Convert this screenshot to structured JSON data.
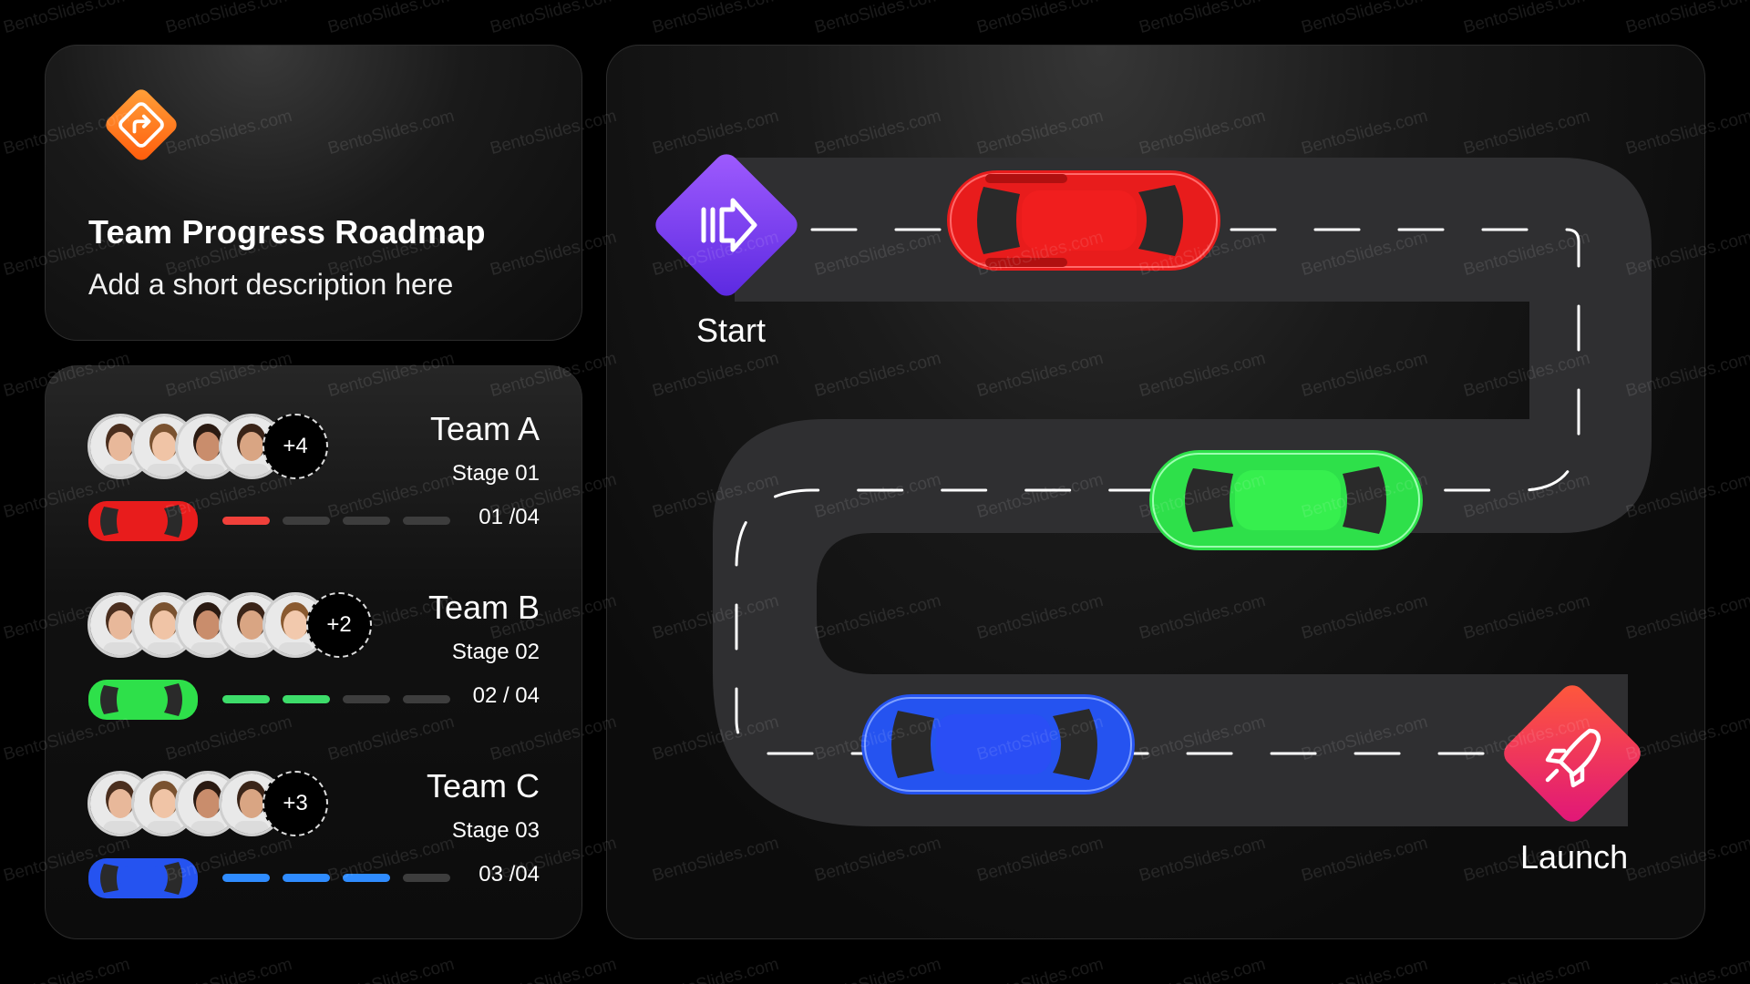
{
  "title_card": {
    "title": "Team Progress Roadmap",
    "subtitle": "Add a short description here",
    "icon": "directions-sign-icon"
  },
  "teams": [
    {
      "name": "Team A",
      "stage": "Stage 01",
      "progress_text": "01 /04",
      "more": "+4",
      "avatar_count": 4,
      "progress_done": 1,
      "progress_total": 4,
      "color": "#f0403a",
      "car_color": "#e81c1c"
    },
    {
      "name": "Team B",
      "stage": "Stage 02",
      "progress_text": "02 / 04",
      "more": "+2",
      "avatar_count": 5,
      "progress_done": 2,
      "progress_total": 4,
      "color": "#3ddc6a",
      "car_color": "#2ee04a"
    },
    {
      "name": "Team C",
      "stage": "Stage 03",
      "progress_text": "03 /04",
      "more": "+3",
      "avatar_count": 4,
      "progress_done": 3,
      "progress_total": 4,
      "color": "#2f8cff",
      "car_color": "#2553f0"
    }
  ],
  "roadmap": {
    "start_label": "Start",
    "launch_label": "Launch",
    "start_icon": "arrow-right-icon",
    "launch_icon": "rocket-icon",
    "start_color": "#7a3cf0",
    "launch_color": "#f0307a"
  },
  "watermark": "BentoSlides.com",
  "colors": {
    "background": "#000000",
    "road": "#2f2f31",
    "logo_orange": "#ff7a1a"
  }
}
